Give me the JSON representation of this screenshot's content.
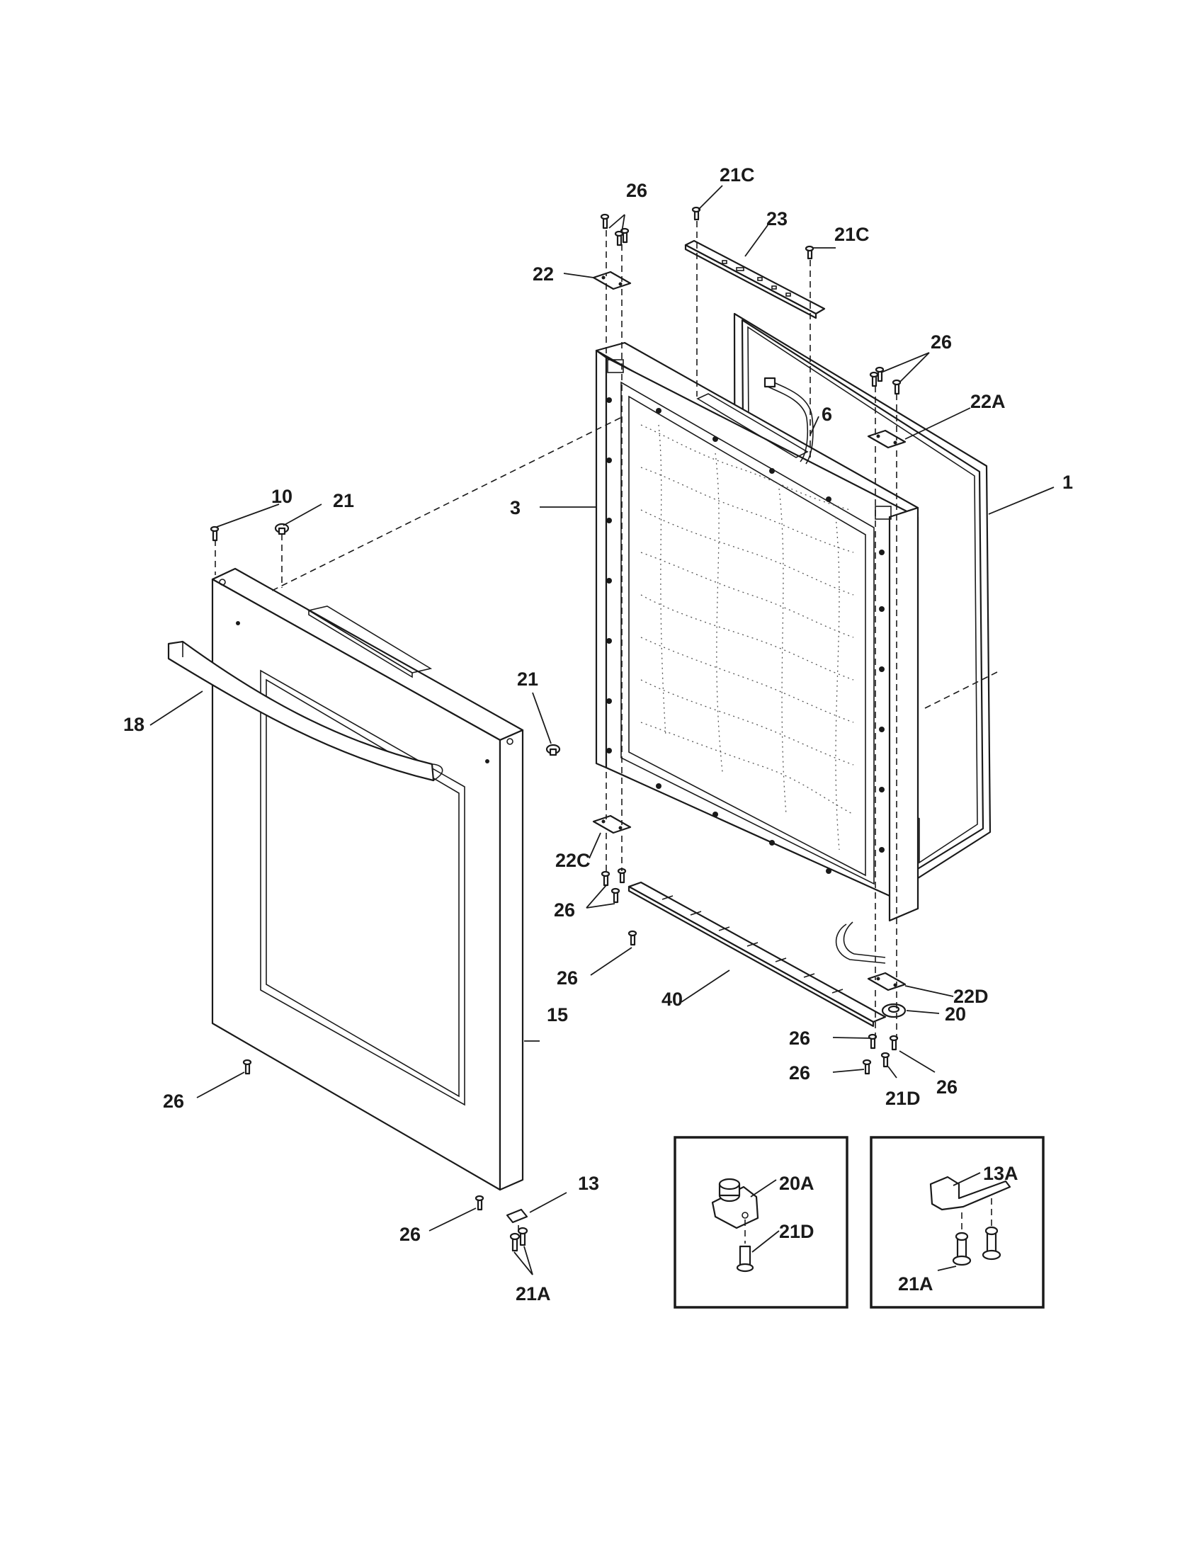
{
  "callouts": {
    "c26_top": "26",
    "c21c_top": "21C",
    "c23": "23",
    "c21c_right": "21C",
    "c22": "22",
    "c26_upper_right": "26",
    "c22a": "22A",
    "c6": "6",
    "c1": "1",
    "c3": "3",
    "c10": "10",
    "c21_top": "21",
    "c21_mid": "21",
    "c18": "18",
    "c22c": "22C",
    "c26_inner_a": "26",
    "c26_inner_b": "26",
    "c40": "40",
    "c22d": "22D",
    "c20": "20",
    "c26_bottom_a": "26",
    "c26_bottom_b": "26",
    "c26_bottom_c": "26",
    "c21d": "21D",
    "c15": "15",
    "c26_left": "26",
    "c13": "13",
    "c26_lower_left": "26",
    "c21a": "21A"
  },
  "detail_left": {
    "c20a": "20A",
    "c21d": "21D"
  },
  "detail_right": {
    "c13a": "13A",
    "c21a": "21A"
  }
}
